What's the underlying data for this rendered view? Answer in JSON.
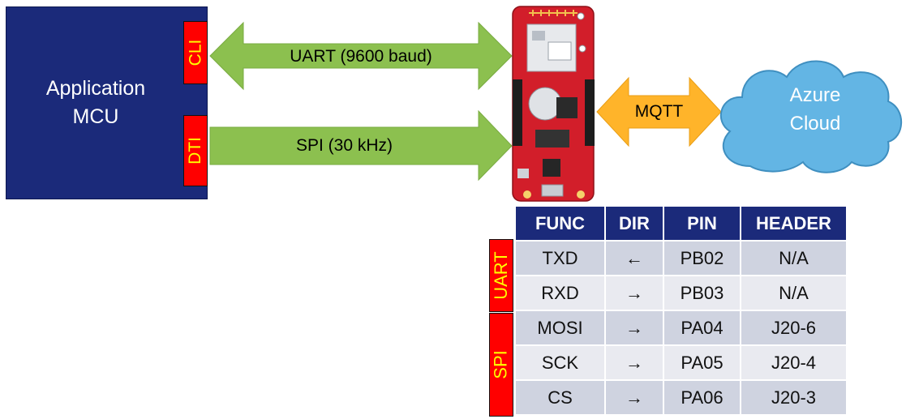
{
  "mcu": {
    "line1": "Application",
    "line2": "MCU"
  },
  "ports": {
    "cli": "CLI",
    "dti": "DTI"
  },
  "links": {
    "uart": "UART (9600 baud)",
    "spi": "SPI (30 kHz)",
    "mqtt": "MQTT"
  },
  "cloud": {
    "line1": "Azure",
    "line2": "Cloud"
  },
  "table": {
    "headers": [
      "FUNC",
      "DIR",
      "PIN",
      "HEADER"
    ],
    "groups": {
      "uart": "UART",
      "spi": "SPI"
    },
    "rows": [
      [
        "TXD",
        "←",
        "PB02",
        "N/A"
      ],
      [
        "RXD",
        "→",
        "PB03",
        "N/A"
      ],
      [
        "MOSI",
        "→",
        "PA04",
        "J20-6"
      ],
      [
        "SCK",
        "→",
        "PA05",
        "J20-4"
      ],
      [
        "CS",
        "→",
        "PA06",
        "J20-3"
      ]
    ]
  },
  "colors": {
    "mcu_blue": "#1b2a7a",
    "port_red": "#ff0000",
    "port_text": "#ffff00",
    "arrow_green": "#8cc04f",
    "arrow_orange": "#ffb42a",
    "cloud_blue": "#63b5e4",
    "board_red": "#d21e2a"
  }
}
